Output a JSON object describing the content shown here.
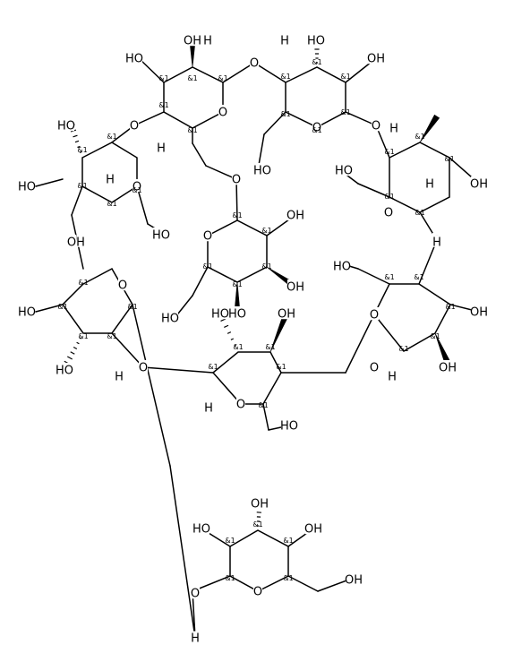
{
  "labels": {
    "oh": "OH",
    "ho": "HO",
    "o": "O",
    "h": "H",
    "stereo": "&1"
  }
}
